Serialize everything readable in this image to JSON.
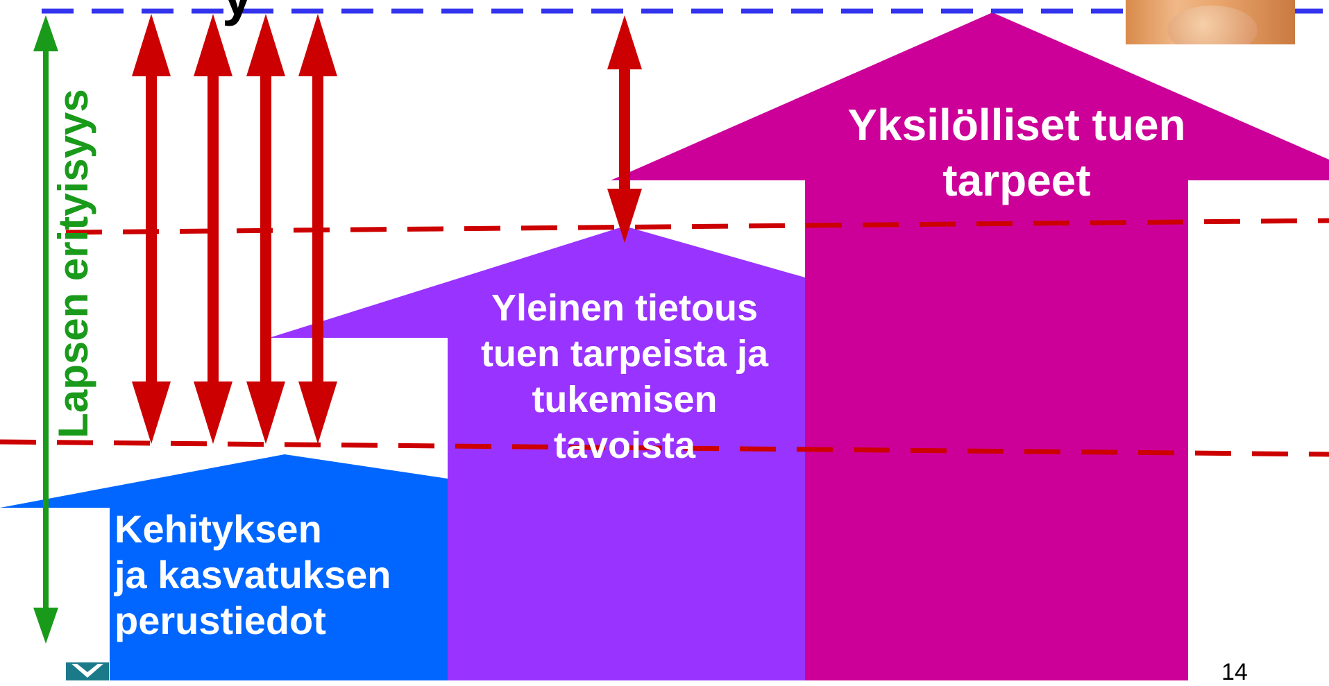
{
  "diagram": {
    "title_fragment": "y",
    "axis_label": "Lapsen erityisyys",
    "blocks": [
      {
        "id": "basic",
        "label_lines": [
          "Kehityksen",
          "ja kasvatuksen",
          "perustiedot"
        ],
        "color": "#0066ff"
      },
      {
        "id": "general",
        "label_lines": [
          "Yleinen tietous",
          "tuen tarpeista ja",
          "tukemisen",
          "tavoista"
        ],
        "color": "#9933ff"
      },
      {
        "id": "individual",
        "label_lines": [
          "Yksilölliset tuen",
          "tarpeet"
        ],
        "color": "#cc0099"
      }
    ],
    "colors": {
      "blue_dash": "#3333ee",
      "red_dash": "#cc0000",
      "red_arrow": "#cc0000",
      "green_axis": "#1a9a1a"
    },
    "photo_icon": "child-photo",
    "logo_icon": "organization-logo",
    "page_number": "14"
  }
}
